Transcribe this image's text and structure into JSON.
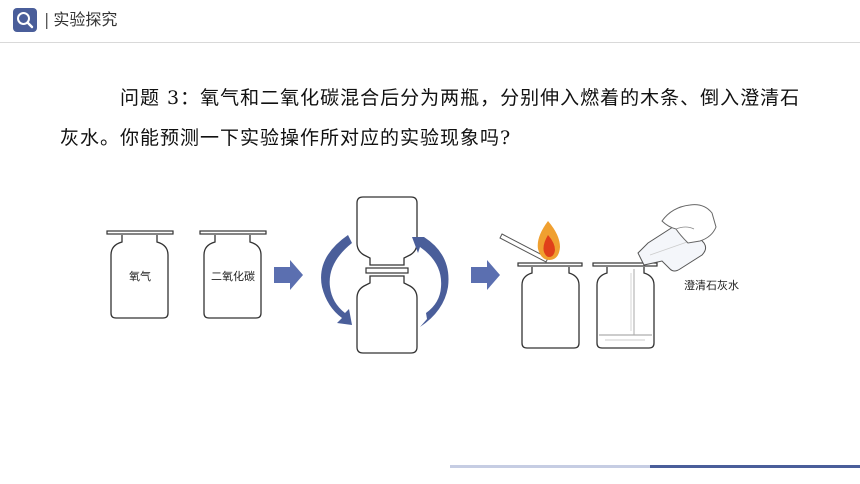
{
  "header": {
    "separator": "|",
    "title": "实验探究"
  },
  "question": {
    "text": "问题 3：氧气和二氧化碳混合后分为两瓶，分别伸入燃着的木条、倒入澄清石灰水。你能预测一下实验操作所对应的实验现象吗?"
  },
  "diagram": {
    "bottle1_label": "氧气",
    "bottle2_label": "二氧化碳",
    "limewater_label": "澄清石灰水"
  },
  "colors": {
    "accent": "#4a5e9a",
    "arrow": "#5b6fb0",
    "flame_outer": "#f0a030",
    "flame_inner": "#e0401a"
  }
}
